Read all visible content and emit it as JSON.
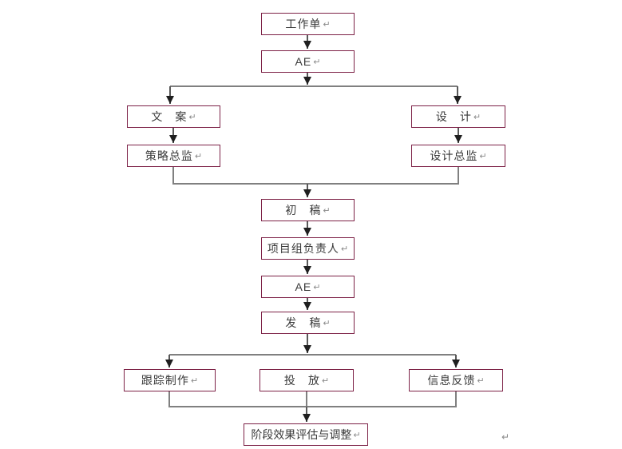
{
  "diagram": {
    "title_hint": "工作流程图",
    "type": "flowchart"
  },
  "styles": {
    "box_border_color": "#7d2247",
    "box_fill_color": "#ffffff",
    "connector_color": "#808080",
    "arrow_stem_color": "#595959",
    "arrowhead_color": "#1f1f1f",
    "text_color": "#3a3a3a",
    "return_mark_color": "#8a8a8a",
    "background_color": "#ffffff"
  },
  "return_mark": "↵",
  "nodes": [
    {
      "id": "work-order",
      "label": "工作单"
    },
    {
      "id": "ae-top",
      "label": "AE"
    },
    {
      "id": "copywriting",
      "label": "文　案"
    },
    {
      "id": "design",
      "label": "设　计"
    },
    {
      "id": "strategy-director",
      "label": "策略总监"
    },
    {
      "id": "design-director",
      "label": "设计总监"
    },
    {
      "id": "first-draft",
      "label": "初　稿"
    },
    {
      "id": "project-team-leader",
      "label": "项目组负责人"
    },
    {
      "id": "ae-bottom",
      "label": "AE"
    },
    {
      "id": "release-draft",
      "label": "发　稿"
    },
    {
      "id": "tracking-production",
      "label": "跟踪制作"
    },
    {
      "id": "placement",
      "label": "投　放"
    },
    {
      "id": "info-feedback",
      "label": "信息反馈"
    },
    {
      "id": "stage-evaluation",
      "label": "阶段效果评估与调整"
    }
  ],
  "edges": [
    {
      "from": "work-order",
      "to": "ae-top"
    },
    {
      "from": "ae-top",
      "to": "copywriting"
    },
    {
      "from": "ae-top",
      "to": "design"
    },
    {
      "from": "copywriting",
      "to": "strategy-director"
    },
    {
      "from": "design",
      "to": "design-director"
    },
    {
      "from": "strategy-director",
      "to": "first-draft"
    },
    {
      "from": "design-director",
      "to": "first-draft"
    },
    {
      "from": "first-draft",
      "to": "project-team-leader"
    },
    {
      "from": "project-team-leader",
      "to": "ae-bottom"
    },
    {
      "from": "ae-bottom",
      "to": "release-draft"
    },
    {
      "from": "release-draft",
      "to": "tracking-production"
    },
    {
      "from": "release-draft",
      "to": "placement"
    },
    {
      "from": "release-draft",
      "to": "info-feedback"
    },
    {
      "from": "tracking-production",
      "to": "stage-evaluation"
    },
    {
      "from": "placement",
      "to": "stage-evaluation"
    },
    {
      "from": "info-feedback",
      "to": "stage-evaluation"
    }
  ]
}
